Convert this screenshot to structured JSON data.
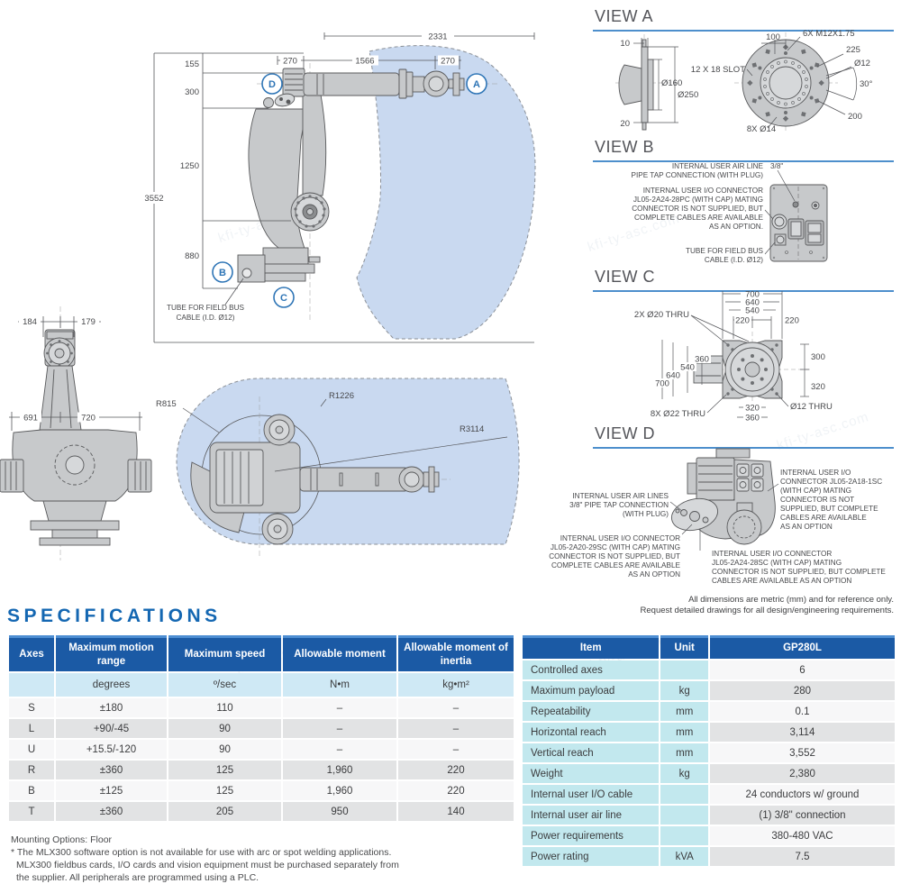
{
  "title": "SPECIFICATIONS",
  "watermark": "kfi-ty-asc.com",
  "colors": {
    "accent_blue": "#1467b2",
    "table_header_blue": "#1b5aa5",
    "table_header_highlight": "#4e8ed2",
    "units_row_blue": "#cfe9f5",
    "item_cell_cyan": "#c2e8ee",
    "row_gray": "#e2e3e4",
    "envelope_blue": "#c9d9f0",
    "view_underline_blue": "#4d8fcc",
    "drawing_gray": "#c7c9cb",
    "line_gray": "#58595b",
    "view_letter_blue": "#2e75b6"
  },
  "side_view": {
    "d2331": "2331",
    "d270a": "270",
    "d1566": "1566",
    "d270b": "270",
    "d155": "155",
    "d300": "300",
    "d1250": "1250",
    "d880": "880",
    "d3552": "3552",
    "va": "A",
    "vb": "B",
    "vc": "C",
    "vd": "D",
    "tube1": "TUBE FOR FIELD BUS",
    "tube2": "CABLE (I.D. Ø12)"
  },
  "front_view": {
    "d184": "184",
    "d179": "179",
    "d691": "691",
    "d720": "720"
  },
  "top_view": {
    "r815": "R815",
    "r1226": "R1226",
    "r3114": "R3114"
  },
  "view_a": {
    "title": "VIEW A",
    "d10": "10",
    "d20": "20",
    "d160": "Ø160",
    "d250": "Ø250",
    "bolts": "6X M12X1.75",
    "d100": "100",
    "d225": "225",
    "d12": "Ø12",
    "a30": "30°",
    "d200": "200",
    "holes": "8X Ø14",
    "slot": "12 X 18 SLOT"
  },
  "view_b": {
    "title": "VIEW B",
    "air": [
      "INTERNAL USER AIR LINE",
      "PIPE TAP CONNECTION (WITH PLUG)"
    ],
    "size": "3/8\"",
    "io": [
      "INTERNAL USER I/O CONNECTOR",
      "JL05-2A24-28PC (WITH CAP) MATING",
      "CONNECTOR IS NOT SUPPLIED, BUT",
      "COMPLETE CABLES ARE AVAILABLE",
      "AS AN OPTION."
    ],
    "tube": [
      "TUBE FOR FIELD BUS",
      "CABLE (I.D. Ø12)"
    ]
  },
  "view_c": {
    "title": "VIEW C",
    "t700": "700",
    "t640": "640",
    "t540": "540",
    "t220l": "220",
    "t220r": "220",
    "l360": "360",
    "l540": "540",
    "l640": "640",
    "l700": "700",
    "r300": "300",
    "r320": "320",
    "b320": "320",
    "b360": "360",
    "c20": "2X Ø20 THRU",
    "c22": "8X Ø22 THRU",
    "c12": "Ø12 THRU"
  },
  "view_d": {
    "title": "VIEW D",
    "air": [
      "INTERNAL USER AIR LINES",
      "3/8\" PIPE TAP CONNECTION",
      "(WITH PLUG)"
    ],
    "io_left": [
      "INTERNAL USER I/O CONNECTOR",
      "JL05-2A20-29SC (WITH CAP) MATING",
      "CONNECTOR IS NOT SUPPLIED, BUT",
      "COMPLETE CABLES ARE AVAILABLE",
      "AS AN OPTION"
    ],
    "io_right": [
      "INTERNAL USER I/O",
      "CONNECTOR JL05-2A18-1SC",
      "(WITH CAP) MATING",
      "CONNECTOR IS NOT",
      "SUPPLIED, BUT COMPLETE",
      "CABLES ARE AVAILABLE",
      "AS AN OPTION"
    ],
    "io_bottom": [
      "INTERNAL USER I/O CONNECTOR",
      "JL05-2A24-28SC (WITH CAP) MATING",
      "CONNECTOR IS NOT SUPPLIED, BUT COMPLETE",
      "CABLES ARE AVAILABLE AS AN OPTION"
    ]
  },
  "footnote": [
    "All dimensions are metric (mm) and for reference only.",
    "Request detailed drawings for all design/engineering requirements."
  ],
  "axes_table": {
    "headers": [
      "Axes",
      "Maximum motion range",
      "Maximum speed",
      "Allowable moment",
      "Allowable moment of inertia"
    ],
    "units": [
      "",
      "degrees",
      "º/sec",
      "N•m",
      "kg•m²"
    ],
    "rows": [
      [
        "S",
        "±180",
        "110",
        "–",
        "–"
      ],
      [
        "L",
        "+90/-45",
        "90",
        "–",
        "–"
      ],
      [
        "U",
        "+15.5/-120",
        "90",
        "–",
        "–"
      ],
      [
        "R",
        "±360",
        "125",
        "1,960",
        "220"
      ],
      [
        "B",
        "±125",
        "125",
        "1,960",
        "220"
      ],
      [
        "T",
        "±360",
        "205",
        "950",
        "140"
      ]
    ]
  },
  "spec_table": {
    "headers": [
      "Item",
      "Unit",
      "GP280L"
    ],
    "rows": [
      [
        "Controlled axes",
        "",
        "6"
      ],
      [
        "Maximum payload",
        "kg",
        "280"
      ],
      [
        "Repeatability",
        "mm",
        "0.1"
      ],
      [
        "Horizontal reach",
        "mm",
        "3,114"
      ],
      [
        "Vertical reach",
        "mm",
        "3,552"
      ],
      [
        "Weight",
        "kg",
        "2,380"
      ],
      [
        "Internal user I/O cable",
        "",
        "24 conductors w/ ground"
      ],
      [
        "Internal user air line",
        "",
        "(1) 3/8\" connection"
      ],
      [
        "Power requirements",
        "",
        "380-480 VAC"
      ],
      [
        "Power rating",
        "kVA",
        "7.5"
      ]
    ]
  },
  "notes": [
    "Mounting Options: Floor",
    "* The MLX300 software option is not available for use with arc or spot welding applications.",
    "MLX300 fieldbus cards, I/O cards and vision equipment must be purchased separately from",
    "the supplier. All peripherals are programmed using a PLC."
  ]
}
